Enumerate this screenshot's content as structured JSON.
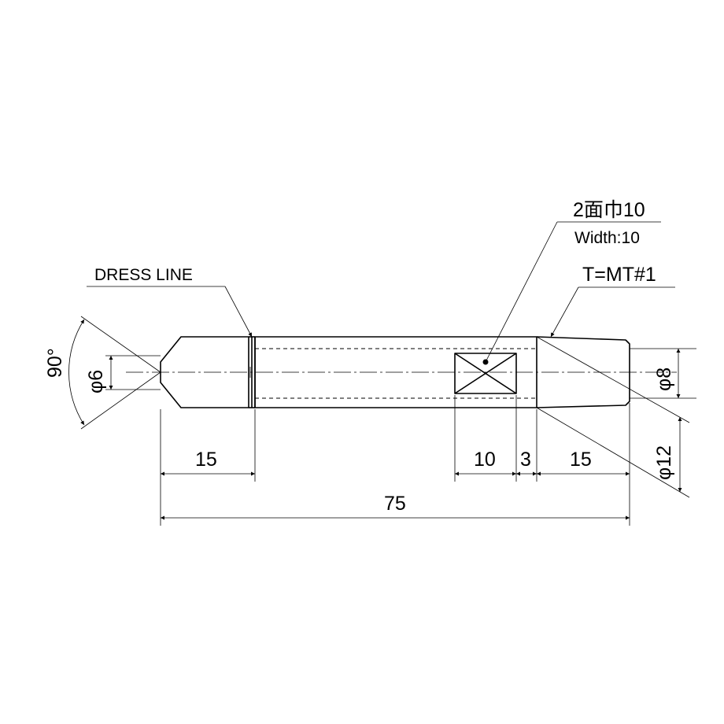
{
  "notes": {
    "dress_line": "DRESS LINE",
    "flat_width_jp": "2面巾10",
    "flat_width_en": "Width:10",
    "taper": "T=MT#1"
  },
  "dimensions": {
    "tip_angle": "90°",
    "tip_diameter": "φ6",
    "shank_diameter": "φ8",
    "taper_diameter": "φ12",
    "tip_length": "15",
    "flat_length": "10",
    "gap_length": "3",
    "taper_length": "15",
    "overall_length": "75"
  },
  "colors": {
    "line": "#000000",
    "background": "#ffffff"
  }
}
